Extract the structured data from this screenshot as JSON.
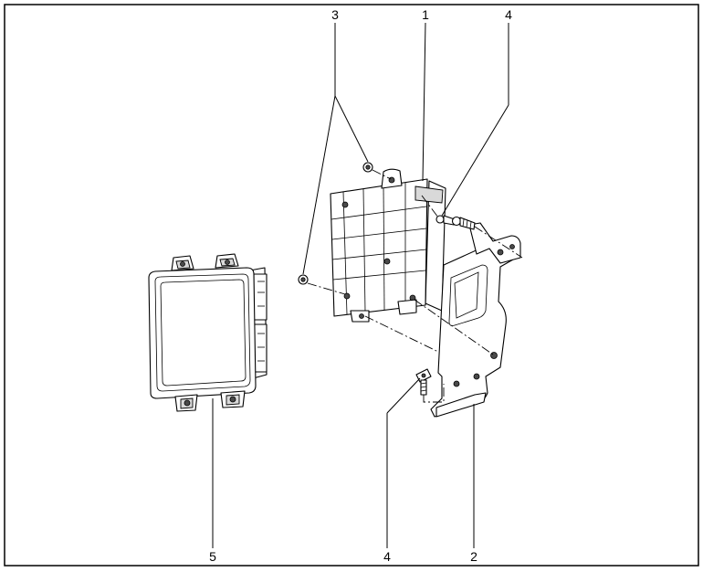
{
  "callouts": {
    "c1": "1",
    "c2": "2",
    "c3": "3",
    "c4_top": "4",
    "c4_bottom": "4",
    "c5": "5"
  },
  "colors": {
    "line": "#000000",
    "background": "#ffffff",
    "shade": "#d9d9d9"
  }
}
